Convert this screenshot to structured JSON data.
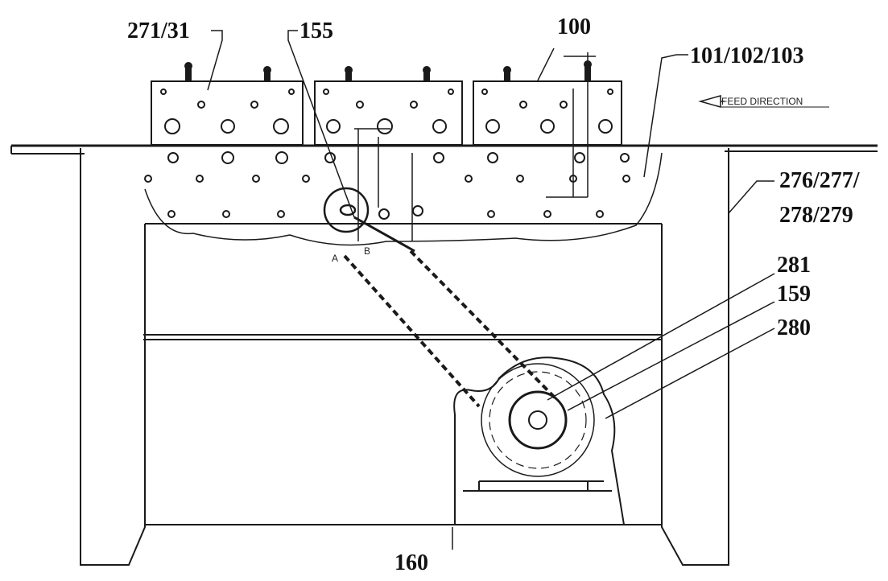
{
  "labels": {
    "l271": "271/31",
    "l155": "155",
    "l100": "100",
    "l101": "101/102/103",
    "l276a": "276/277/",
    "l276b": "278/279",
    "l281": "281",
    "l159": "159",
    "l280": "280",
    "l160": "160"
  },
  "feed_direction": "FEED DIRECTION",
  "markers": {
    "a": "A",
    "b": "B"
  },
  "colors": {
    "ink": "#1a1a1a",
    "paper": "#ffffff"
  }
}
